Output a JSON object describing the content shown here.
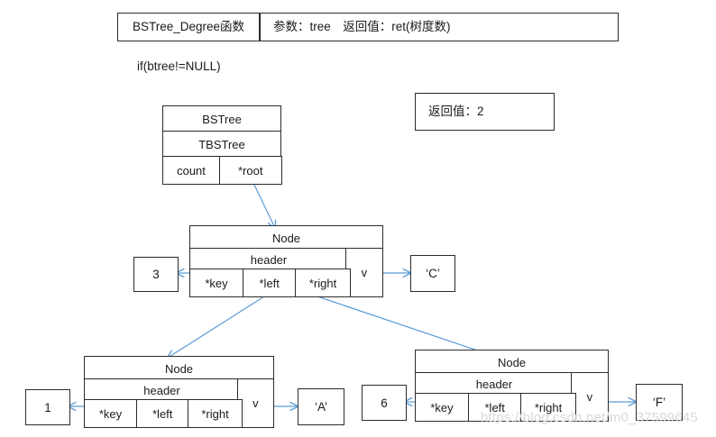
{
  "signature": {
    "function_name": "BSTree_Degree函数",
    "params_and_return": "参数：tree　返回值：ret(树度数)"
  },
  "condition_text": "if(btree!=NULL)",
  "return_box": {
    "label": "返回值：2"
  },
  "bstree_struct": {
    "title": "BSTree",
    "type": "TBSTree",
    "fields": [
      {
        "label": "count"
      },
      {
        "label": "*root"
      }
    ]
  },
  "nodes": [
    {
      "id": "root-node",
      "title": "Node",
      "header": "header",
      "v_label": "v",
      "fields": [
        {
          "label": "*key"
        },
        {
          "label": "*left"
        },
        {
          "label": "*right"
        }
      ],
      "degree_box": "3",
      "key_box": "‘C’"
    },
    {
      "id": "left-node",
      "title": "Node",
      "header": "header",
      "v_label": "v",
      "fields": [
        {
          "label": "*key"
        },
        {
          "label": "*left"
        },
        {
          "label": "*right"
        }
      ],
      "degree_box": "1",
      "key_box": "‘A’"
    },
    {
      "id": "right-node",
      "title": "Node",
      "header": "header",
      "v_label": "v",
      "fields": [
        {
          "label": "*key"
        },
        {
          "label": "*left"
        },
        {
          "label": "*right"
        }
      ],
      "degree_box": "6",
      "key_box": "‘F’"
    }
  ],
  "watermark": "https://blog.csdn.net/m0_37599645",
  "colors": {
    "border": "#2b2b2b",
    "connector": "#5b9bd5",
    "background": "#ffffff",
    "watermark": "#d9d9d9"
  }
}
